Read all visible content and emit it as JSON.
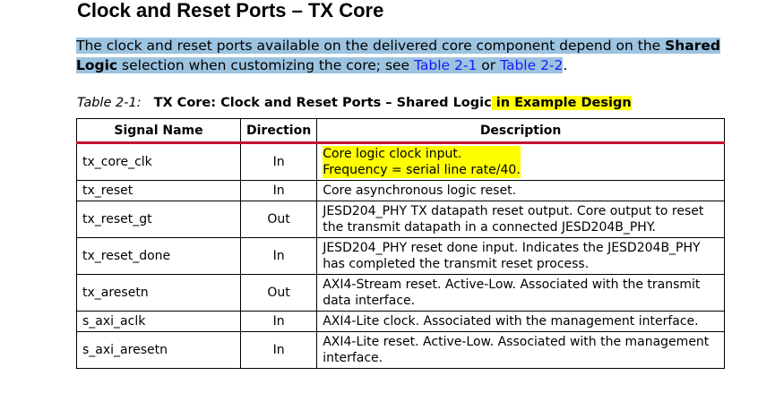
{
  "heading": "Clock and Reset Ports – TX Core",
  "paragraph": {
    "text_1": "The clock and reset ports available on the delivered core component depend on the ",
    "bold": "Shared Logic",
    "text_2": " selection when customizing the core; see ",
    "link_1": "Table 2-1",
    "text_3": " or ",
    "link_2": "Table 2-2",
    "text_4": "."
  },
  "caption": {
    "number": "Table 2-1:",
    "title_part1": "TX Core: Clock and Reset Ports – Shared Logic",
    "title_part2": " in Example Design"
  },
  "table": {
    "headers": [
      "Signal Name",
      "Direction",
      "Description"
    ],
    "rows": [
      {
        "signal": "tx_core_clk",
        "direction": "In",
        "description": "Core logic clock input.\nFrequency = serial line rate/40."
      },
      {
        "signal": "tx_reset",
        "direction": "In",
        "description": "Core asynchronous logic reset."
      },
      {
        "signal": "tx_reset_gt",
        "direction": "Out",
        "description": "JESD204_PHY TX datapath reset output. Core output to reset the transmit datapath in a connected JESD204B_PHY."
      },
      {
        "signal": "tx_reset_done",
        "direction": "In",
        "description": "JESD204_PHY reset done input. Indicates the JESD204B_PHY has completed the transmit reset process."
      },
      {
        "signal": "tx_aresetn",
        "direction": "Out",
        "description": "AXI4-Stream reset. Active-Low. Associated with the transmit data interface."
      },
      {
        "signal": "s_axi_aclk",
        "direction": "In",
        "description": "AXI4-Lite clock. Associated with the management interface."
      },
      {
        "signal": "s_axi_aresetn",
        "direction": "In",
        "description": "AXI4-Lite reset. Active-Low. Associated with the management interface."
      }
    ]
  },
  "colors": {
    "selection": "#9cc3e0",
    "highlight": "#ffff00",
    "link": "#1a1aff",
    "header_rule": "#c4122f"
  }
}
